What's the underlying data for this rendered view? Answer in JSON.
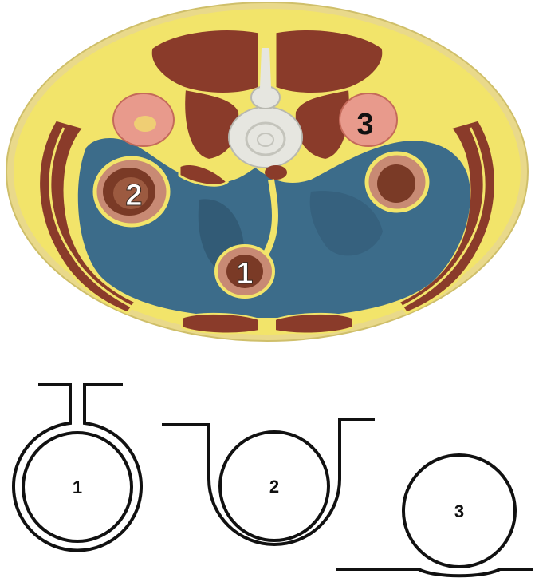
{
  "colors": {
    "fat": "#f2e46a",
    "skin": "#e9d98a",
    "muscle": "#8a3b2a",
    "muscle_dark": "#6e2a1e",
    "cavity": "#3c6c8a",
    "cavity_dark": "#2a4e66",
    "bone": "#e6e6e0",
    "kidney": "#e89a8c",
    "bowel_wall": "#c88a74",
    "line": "#111111"
  },
  "cross_section": {
    "labels": {
      "one": "1",
      "two": "2",
      "three": "3"
    }
  },
  "diagrams": [
    {
      "id": "1",
      "label": "1"
    },
    {
      "id": "2",
      "label": "2"
    },
    {
      "id": "3",
      "label": "3"
    }
  ]
}
